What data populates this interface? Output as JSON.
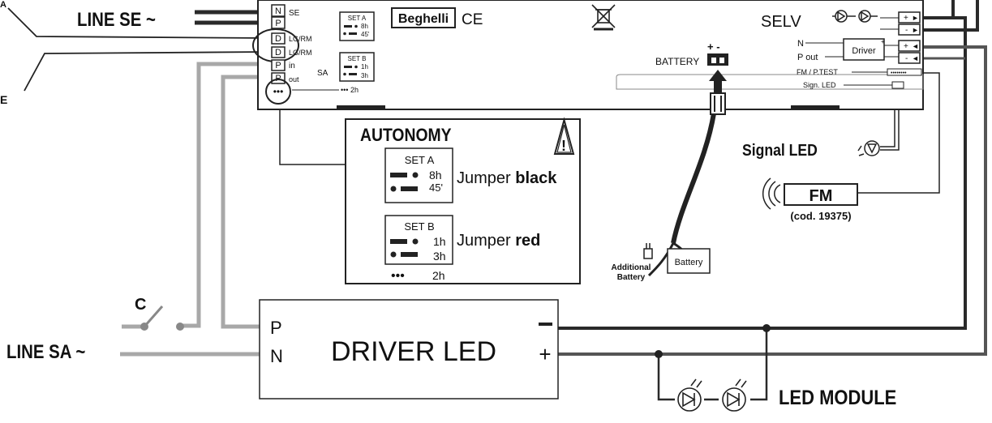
{
  "lines": {
    "line_se": "LINE SE ~",
    "line_sa": "LINE SA ~",
    "switch_label": "C",
    "left_edge_top": "A",
    "left_edge_mid": "E"
  },
  "unit": {
    "brand": "Beghelli",
    "ce_mark": "CE",
    "selv": "SELV",
    "battery_label": "BATTERY",
    "battery_polarity": "+ -",
    "terminals_left": [
      {
        "box": "N",
        "label": "SE"
      },
      {
        "box": "P",
        "label": ""
      },
      {
        "box": "D",
        "label": "LG/RM"
      },
      {
        "box": "D",
        "label": "LG/RM"
      },
      {
        "box": "P",
        "label": "in"
      },
      {
        "box": "P",
        "label": "out"
      }
    ],
    "sa_label": "SA",
    "dots_label": "••• 2h",
    "seta_small": {
      "title": "SET A",
      "line1": "8h",
      "line2": "45'"
    },
    "setb_small": {
      "title": "SET B",
      "line1": "1h",
      "line2": "3h"
    },
    "right_labels": {
      "n": "N",
      "p_out": "P out",
      "driver": "Driver",
      "fm_ptest": "FM / P.TEST",
      "sign_led": "Sign. LED"
    },
    "right_terminal_marks": [
      "+",
      "-",
      "+",
      "-"
    ]
  },
  "autonomy": {
    "title": "AUTONOMY",
    "warning": "!",
    "seta": {
      "title": "SET A",
      "line1": "8h",
      "line2": "45'",
      "jumper_prefix": "Jumper ",
      "jumper_color": "black"
    },
    "setb": {
      "title": "SET B",
      "line1": "1h",
      "line2": "3h",
      "jumper_prefix": "Jumper ",
      "jumper_color": "red"
    },
    "dots": "•••",
    "dots_value": "2h"
  },
  "battery": {
    "label": "Battery",
    "additional_line1": "Additional",
    "additional_line2": "Battery"
  },
  "signal_led": "Signal LED",
  "fm": {
    "label": "FM",
    "code": "(cod. 19375)"
  },
  "driver_led": {
    "title": "DRIVER LED",
    "p": "P",
    "n": "N",
    "minus": "−",
    "plus": "+"
  },
  "led_module": "LED MODULE",
  "colors": {
    "wire_black": "#2a2a2a",
    "wire_gray": "#a8a8a8",
    "box_stroke": "#222222"
  }
}
